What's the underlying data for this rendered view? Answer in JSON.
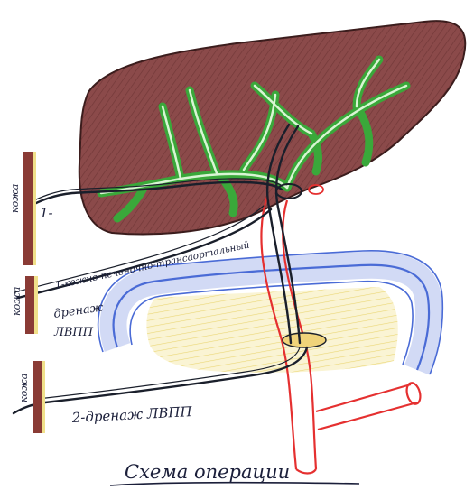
{
  "caption": "Схема операции",
  "skin_labels": [
    "кожа",
    "кожа",
    "кожа"
  ],
  "labels": {
    "upper_drain": "1-",
    "middle_drain_line1": "1-кожно-печеночно-трансаортальный",
    "middle_drain_line2": "дренаж",
    "middle_drain_line3": "ЛВПП",
    "lower_drain": "2-дренаж ЛВПП"
  },
  "colors": {
    "liver": "#8b4a4a",
    "liver_hatch": "#5e2a2a",
    "bile_ducts": "#3aa83a",
    "bile_ducts_inner": "#d9f5d4",
    "common_duct": "#e53030",
    "drain_tube": "#1a1f2b",
    "intestine": "#4a6bd6",
    "pancreas": "#e8d56a",
    "skin": "#8a3b35",
    "skin_edge": "#f0e08a"
  }
}
